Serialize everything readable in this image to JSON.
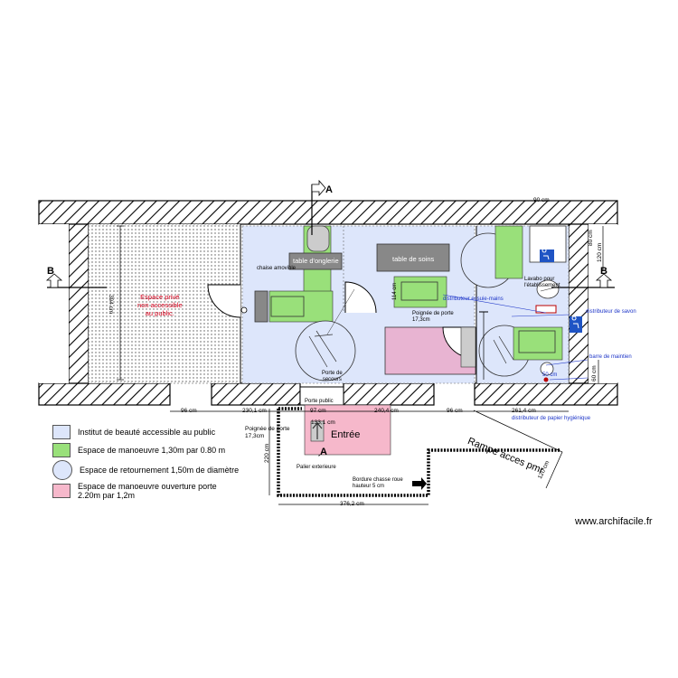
{
  "section_markers": {
    "top": "A",
    "bottom": "A",
    "left": "B",
    "right": "B"
  },
  "labels": {
    "espace_prive": "Espace privé\nnon accessible\nau public.",
    "table_onglerie": "table d'onglerie",
    "table_soins": "table de soins",
    "chaise_amovible": "chaise amovible",
    "porte_secours": "Porte de\nsecours",
    "poignee_porte": "Poignée de porte\n17,3cm",
    "lavabo": "Lavabo pour\nl'établissement",
    "distributeur_essuie_mains": "distributeur essuie-mains",
    "distributeur_savon": "distributeur de savon",
    "barre_maintien": "barre de maintien",
    "distributeur_papier": "distributeur de papier hygiénique",
    "porte_public": "Porte public",
    "entree": "Entrée",
    "poignee_porte_2": "Poignée de porte\n17,3cm",
    "palier": "Palier exterieure",
    "bordure": "Bordure chasse roue\nhauteur 5 cm",
    "rampe": "Rampe acces pmr",
    "dim_394": "394 cm",
    "dim_114": "114 cm",
    "dim_96_left": "96 cm",
    "dim_230": "230,1 cm",
    "dim_97": "97 cm",
    "dim_133": "133,1 cm",
    "dim_240": "240,4 cm",
    "dim_96_right": "96 cm",
    "dim_261": "261,4 cm",
    "dim_90": "90 cm",
    "dim_80": "80 cm",
    "dim_120_side": "120 cm",
    "dim_60": "60 cm",
    "dim_220": "220 cm",
    "dim_376": "376,2 cm",
    "dim_120_ramp": "120 cm",
    "dim_50": "50 cm"
  },
  "legend": [
    {
      "label": "Institut de beauté accessible au public",
      "color": "#dde6fb",
      "shape": "square"
    },
    {
      "label": "Espace de manoeuvre 1,30m par 0.80 m",
      "color": "#99e07a",
      "shape": "square"
    },
    {
      "label": "Espace de retournement 1,50m de diamètre",
      "color": "#dde6fb",
      "shape": "circle"
    },
    {
      "label": "Espace de manoeuvre ouverture porte\n2.20m par 1,2m",
      "color": "#f6b8cb",
      "shape": "square"
    }
  ],
  "colors": {
    "public_area": "#dde6fb",
    "maneuver": "#99e07a",
    "door_space": "#f6b8cb",
    "wall": "#ffffff",
    "private_text": "#d6001c",
    "annotation_blue": "#1d35c8",
    "access_icon": "#1f54c4"
  },
  "watermark": "www.archifacile.fr"
}
